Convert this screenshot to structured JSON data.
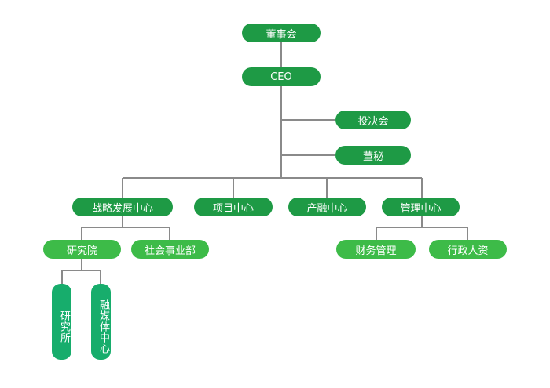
{
  "nodes": {
    "board": "董事会",
    "ceo": "CEO",
    "investment_committee": "投决会",
    "board_secretary": "董秘",
    "strategy_center": "战略发展中心",
    "project_center": "项目中心",
    "industry_finance_center": "产融中心",
    "management_center": "管理中心",
    "research_institute": "研究院",
    "social_affairs_dept": "社会事业部",
    "finance_management": "财务管理",
    "admin_hr": "行政人资",
    "research_office": "研究所",
    "media_center": "融媒体中心"
  },
  "colors": {
    "top_node": "#1e9a45",
    "sub_node": "#3dbb48",
    "leaf_node": "#17ad6c",
    "connector": "#888888"
  }
}
